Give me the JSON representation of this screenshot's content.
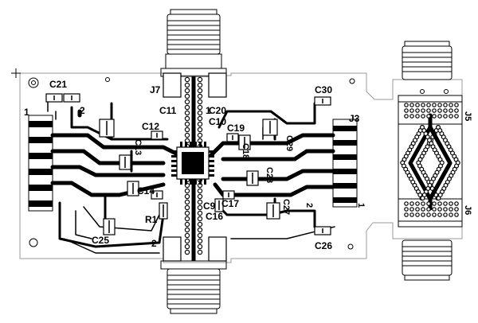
{
  "diagram": {
    "colors": {
      "ink": "#000000",
      "outline": "#999999",
      "background": "#ffffff"
    },
    "labels": {
      "c21": "C21",
      "c30": "C30",
      "c11": "C11",
      "c20": "C20",
      "c12": "C12",
      "c19": "C19",
      "c29": "C29",
      "c18": "C18",
      "c13": "C13",
      "c28": "C28",
      "c17": "C17",
      "c14": "C14",
      "c27": "C27",
      "c16": "C16",
      "c25": "C25",
      "c26": "C26",
      "c9": "C9",
      "c10": "C10",
      "r1": "R1",
      "j7": "J7",
      "j3": "J3",
      "j5": "J5",
      "j6": "J6",
      "pin1_left": "1",
      "pin2_left": "2",
      "pin1_right": "1",
      "pin2_right": "2",
      "pin2_bottom": "2",
      "pin1_top": "1"
    }
  }
}
